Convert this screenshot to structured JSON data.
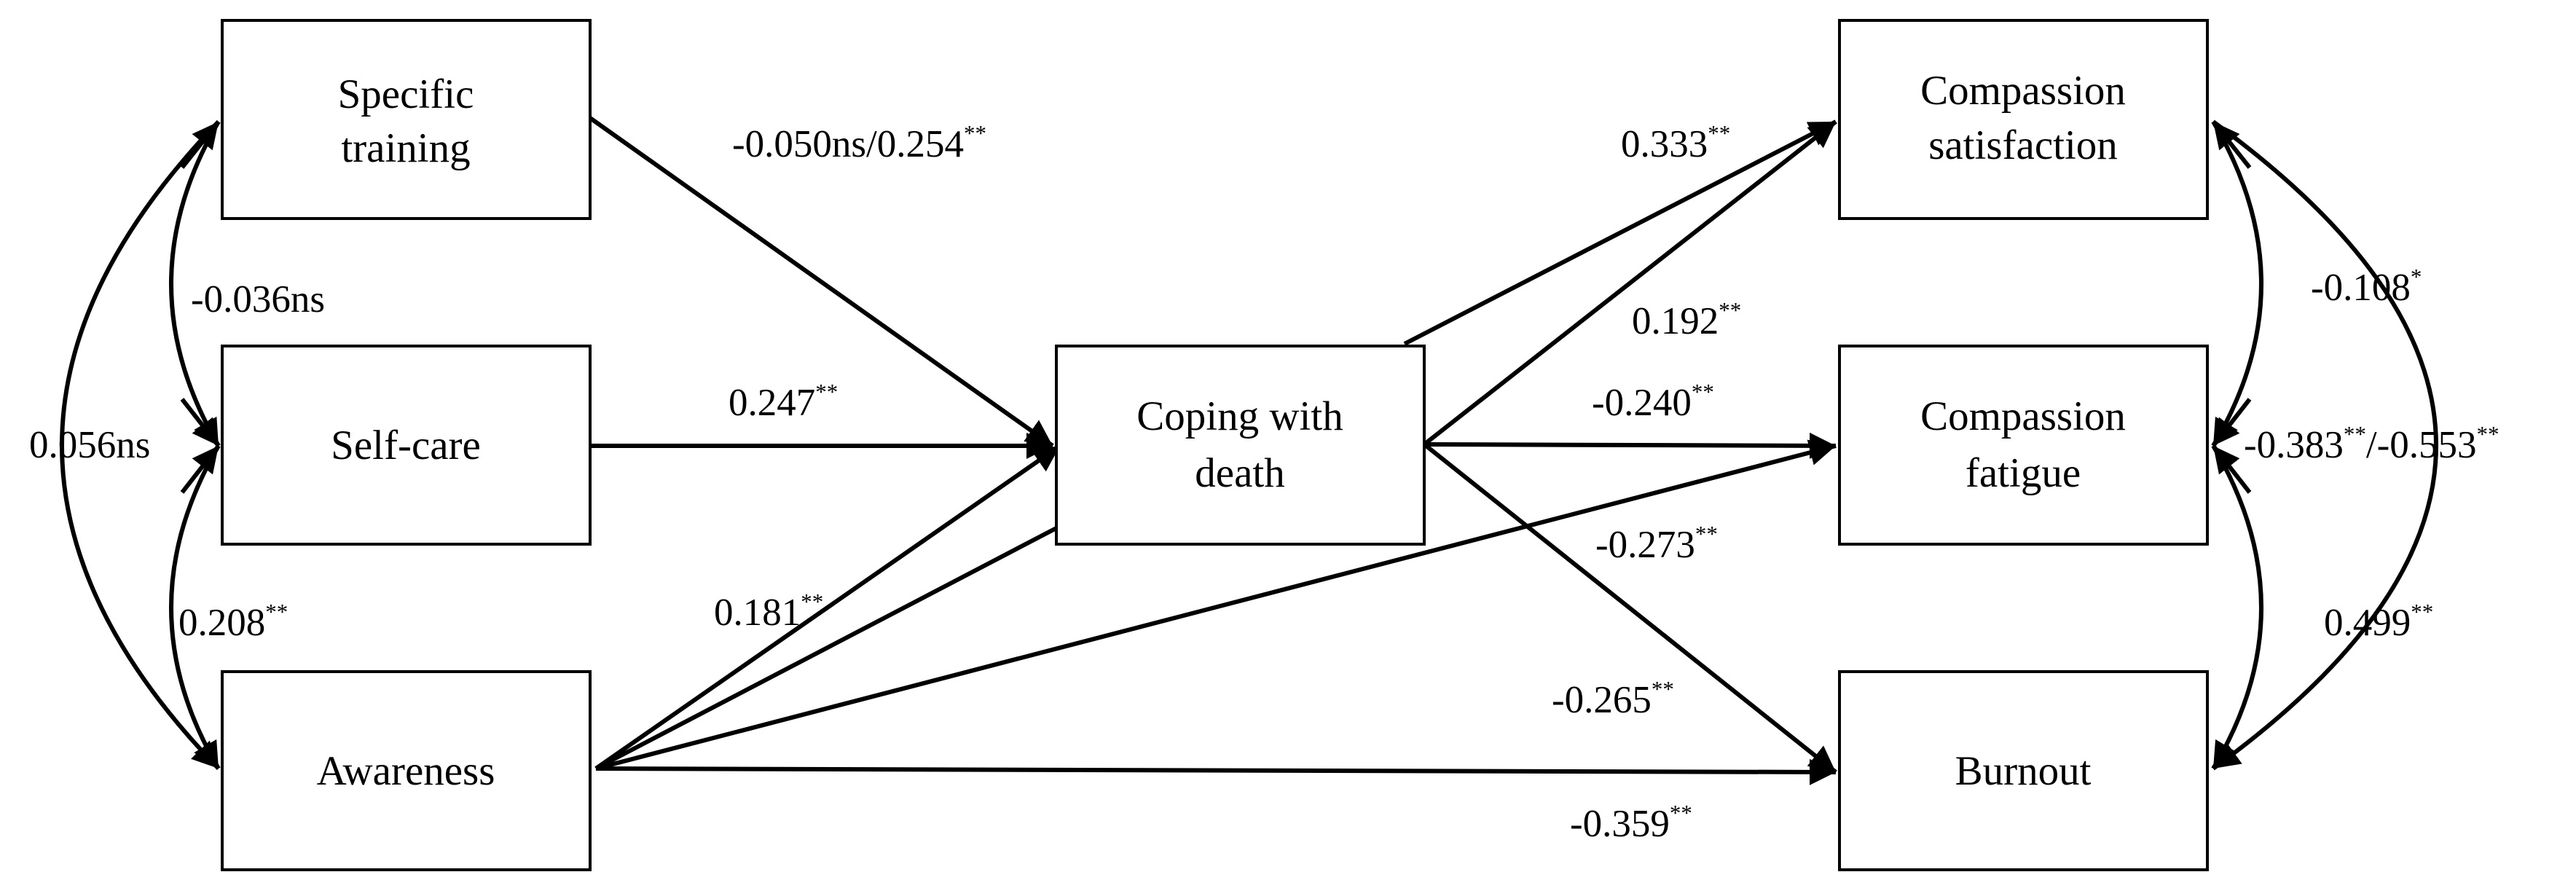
{
  "nodes": {
    "specific_training": [
      "Specific",
      "training"
    ],
    "self_care": [
      "Self-care"
    ],
    "awareness": [
      "Awareness"
    ],
    "coping": [
      "Coping with",
      "death"
    ],
    "compassion_satisfaction": [
      "Compassion",
      "satisfaction"
    ],
    "compassion_fatigue": [
      "Compassion",
      "fatigue"
    ],
    "burnout": [
      "Burnout"
    ]
  },
  "coefficients": {
    "st_coping": {
      "value": "-0.050ns/0.254",
      "sig": "**"
    },
    "sc_coping": {
      "value": "0.247",
      "sig": "**"
    },
    "aw_coping": {
      "value": "0.181",
      "sig": "**"
    },
    "coping_cs": {
      "value": "0.333",
      "sig": "**"
    },
    "aw_cs": {
      "value": "0.192",
      "sig": "**"
    },
    "coping_cf": {
      "value": "-0.240",
      "sig": "**"
    },
    "aw_cf": {
      "value": "-0.273",
      "sig": "**"
    },
    "coping_bo": {
      "value": "-0.265",
      "sig": "**"
    },
    "aw_bo": {
      "value": "-0.359",
      "sig": "**"
    },
    "cov_st_sc": {
      "value": "-0.036ns",
      "sig": ""
    },
    "cov_st_aw": {
      "value": "0.056ns",
      "sig": ""
    },
    "cov_sc_aw": {
      "value": "0.208",
      "sig": "**"
    },
    "cov_cs_cf": {
      "value": "-0.108",
      "sig": "*"
    },
    "cov_cf_bo": {
      "value": "0.499",
      "sig": "**"
    },
    "cov_cs_bo_a": {
      "value": "-0.383",
      "sig": "**"
    },
    "cov_cs_bo_b": {
      "value": "/-0.553",
      "sig": "**"
    }
  }
}
